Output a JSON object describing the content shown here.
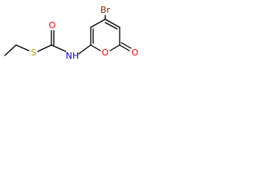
{
  "structure": {
    "atoms": {
      "sulfur": "S",
      "carbonyl_oxygen": "O",
      "amide_nh": "NH",
      "ring_oxygen": "O",
      "lactone_oxygen": "O",
      "bromine": "Br"
    },
    "colors": {
      "sulfur": "#b5a200",
      "oxygen": "#ff0000",
      "nitrogen": "#0000ff",
      "bromine": "#8b2500",
      "bond": "#000000"
    }
  }
}
